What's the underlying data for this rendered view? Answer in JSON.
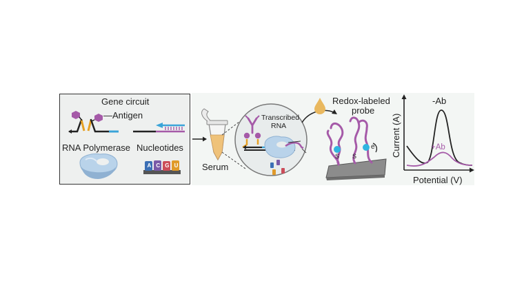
{
  "gene_circuit": {
    "title": "Gene circuit",
    "antigen_label": "—Antigen",
    "rna_polymerase_label": "RNA Polymerase",
    "nucleotides_label": "Nucleotides",
    "nucleotide_letters": [
      "A",
      "C",
      "G",
      "U"
    ]
  },
  "serum": {
    "label": "Serum"
  },
  "reaction": {
    "transcribed_label": "Transcribed",
    "rna_label": "RNA"
  },
  "electrode": {
    "redox_label": "Redox-labeled",
    "probe_label": "probe",
    "thiol_symbol": "S",
    "electron_symbol": "e"
  },
  "voltammogram": {
    "ylabel": "Current (A)",
    "xlabel": "Potential (V)",
    "minus_ab_label": "-Ab",
    "plus_ab_label": "+Ab"
  },
  "colors": {
    "purple": "#a55aa8",
    "orange": "#e6a024",
    "blue_strand": "#3aa4d8",
    "cyan_dot": "#2fb5e0",
    "protein_blue": "#b9d3ea",
    "electrode_gray": "#8c8c8c"
  }
}
